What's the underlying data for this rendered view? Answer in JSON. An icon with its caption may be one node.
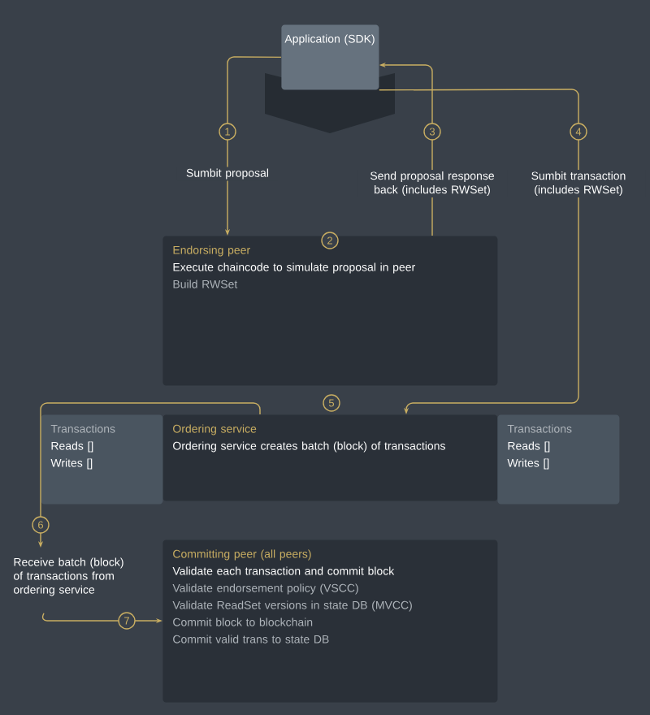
{
  "diagram": {
    "nodes": [
      {
        "text": [
          "Application (SDK)"
        ]
      },
      {
        "text": [
          "Endorsing peer",
          "Execute chaincode to simulate proposal in peer",
          "Build RWSet"
        ]
      },
      {
        "text": [
          "Ordering service",
          "Ordering service creates batch (block) of transactions"
        ]
      },
      {
        "text": [
          "Transactions",
          "Reads []",
          "Writes []"
        ]
      },
      {
        "text": [
          "Transactions",
          "Reads []",
          "Writes []"
        ]
      },
      {
        "text": [
          "Committing peer (all peers)",
          "Validate each transaction and commit block",
          "Validate endorsement policy (VSCC)",
          "Validate ReadSet versions in state DB (MVCC)",
          "Commit block to blockchain",
          "Commit valid trans to state DB"
        ]
      },
      {
        "text": [
          "Receive batch (block) of transactions from ordering service"
        ]
      }
    ],
    "edges": [
      {
        "from": 0,
        "to": 1,
        "arrow": "to",
        "label": "Sumbit proposal"
      },
      {
        "from": 1,
        "to": 0,
        "arrow": "to",
        "label": "Send proposal response back (includes RWSet)"
      },
      {
        "from": 0,
        "to": 2,
        "arrow": "to",
        "label": "Sumbit transaction (includes RWSet)"
      },
      {
        "from": 2,
        "to": 6,
        "arrow": "to"
      },
      {
        "from": 6,
        "to": 5,
        "arrow": "to"
      }
    ],
    "labels": [
      "1",
      "3",
      "4",
      "2",
      "5",
      "6",
      "7"
    ]
  }
}
